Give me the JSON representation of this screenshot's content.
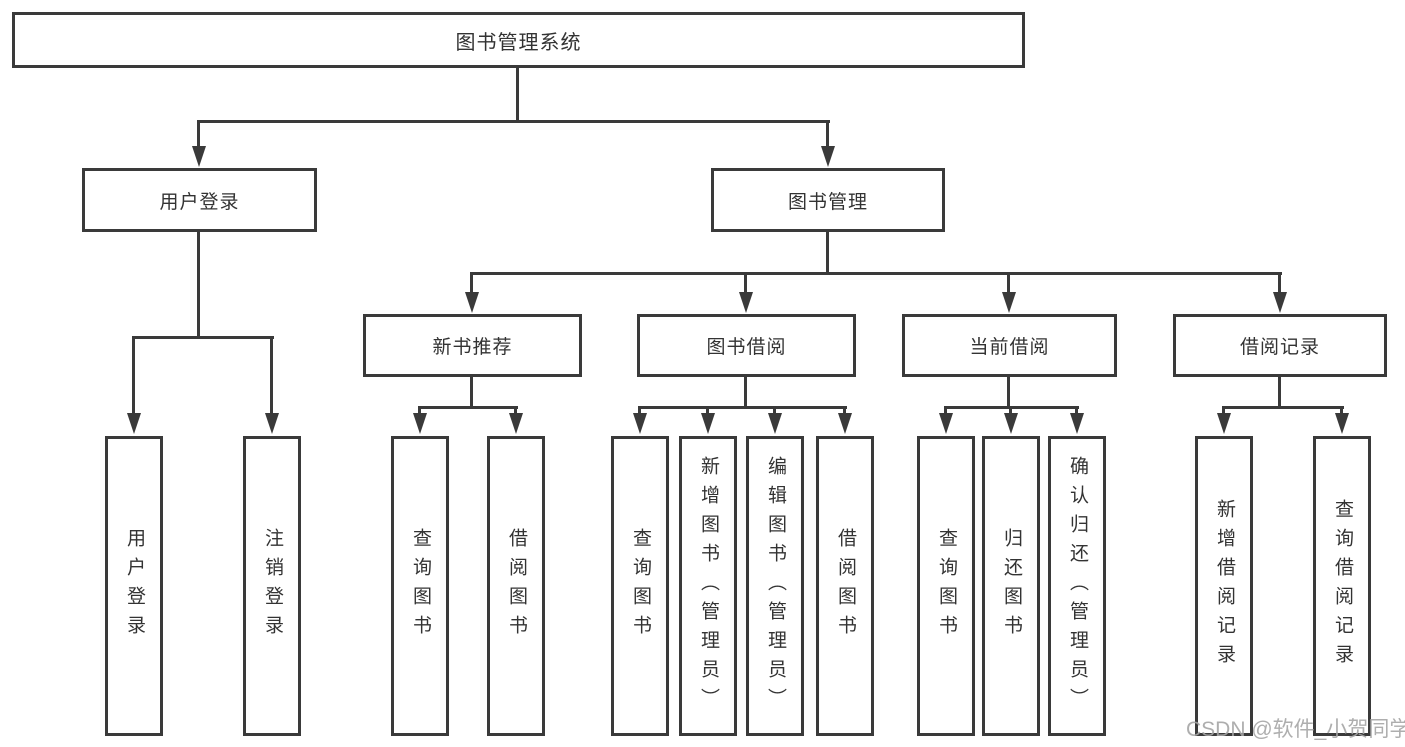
{
  "diagram": {
    "title": "图书管理系统",
    "branches": [
      {
        "label": "用户登录",
        "children": [
          {
            "label": "用户登录"
          },
          {
            "label": "注销登录"
          }
        ]
      },
      {
        "label": "图书管理",
        "modules": [
          {
            "label": "新书推荐",
            "children": [
              {
                "label": "查询图书"
              },
              {
                "label": "借阅图书"
              }
            ]
          },
          {
            "label": "图书借阅",
            "children": [
              {
                "label": "查询图书"
              },
              {
                "label": "新增图书（管理员）"
              },
              {
                "label": "编辑图书（管理员）"
              },
              {
                "label": "借阅图书"
              }
            ]
          },
          {
            "label": "当前借阅",
            "children": [
              {
                "label": "查询图书"
              },
              {
                "label": "归还图书"
              },
              {
                "label": "确认归还（管理员）"
              }
            ]
          },
          {
            "label": "借阅记录",
            "children": [
              {
                "label": "新增借阅记录"
              },
              {
                "label": "查询借阅记录"
              }
            ]
          }
        ]
      }
    ],
    "watermark": "CSDN @软件_小贺同学",
    "colors": {
      "line": "#3a3a3a",
      "box_background": "#ffffff",
      "text": "#333333",
      "watermark_text": "#a5a5a5"
    }
  }
}
